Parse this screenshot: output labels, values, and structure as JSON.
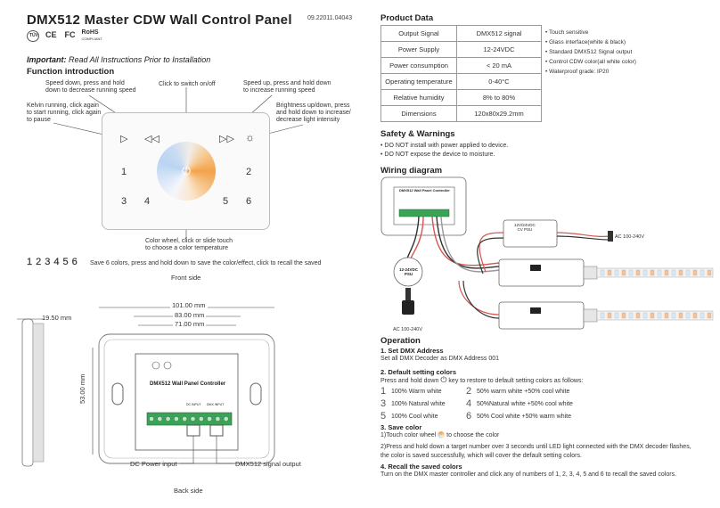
{
  "header": {
    "title": "DMX512 Master CDW Wall Control Panel",
    "code": "09.22011.04043",
    "certs": [
      "TÜV",
      "CE",
      "FC",
      "RoHS",
      "COMPLIANT"
    ]
  },
  "important": {
    "label": "Important:",
    "text": " Read All Instructions Prior to Installation"
  },
  "function_intro": {
    "heading": "Function introduction",
    "callouts": {
      "speed_down": "Speed down, press and hold\ndown to decrease running speed",
      "click_onoff": "Click to switch on/off",
      "speed_up": "Speed up, press and hold down\nto increase running speed",
      "kelvin": "Kelvin running, click again\nto start running, click again\nto pause",
      "brightness": "Brightness up/down, press\nand hold down to increase/\ndecrease light intensity",
      "color_wheel": "Color wheel, click or slide touch\nto choose a color temperature"
    },
    "panel_keys": [
      "1",
      "2",
      "3",
      "4",
      "5",
      "6"
    ],
    "save_row_numbers": [
      "1",
      "2",
      "3",
      "4",
      "5",
      "6"
    ],
    "save_text": "Save 6 colors, press and hold down to save the color/effect, click to recall the saved",
    "front_side": "Front side"
  },
  "back": {
    "dims": {
      "d1": "101.00 mm",
      "d2": "83.00 mm",
      "d3": "71.00 mm",
      "depth": "19.50 mm",
      "height": "53.00 mm"
    },
    "board_label": "DMX512 Wall Panel Controller",
    "dc_label": "DC INPUT",
    "dmx_label": "DMX INPUT",
    "dc_power_input": "DC Power input",
    "dmx_output": "DMX512 signal output",
    "back_side": "Back side"
  },
  "product_data": {
    "heading": "Product Data",
    "rows": [
      {
        "k": "Output Signal",
        "v": "DMX512 signal"
      },
      {
        "k": "Power Supply",
        "v": "12-24VDC"
      },
      {
        "k": "Power consumption",
        "v": "< 20 mA"
      },
      {
        "k": "Operating temperature",
        "v": "0-40°C"
      },
      {
        "k": "Relative humidity",
        "v": "8% to 80%"
      },
      {
        "k": "Dimensions",
        "v": "120x80x29.2mm"
      }
    ],
    "features": [
      "• Touch sensitive",
      "• Glass interface(white & black)",
      "• Standard DMX512 Signal output",
      "• Control CDW color(all white color)",
      "• Waterproof grade: IP20"
    ]
  },
  "safety": {
    "heading": "Safety & Warnings",
    "items": [
      "• DO NOT install with power applied to device.",
      "• DO NOT expose the device to moisture."
    ]
  },
  "wiring": {
    "heading": "Wiring diagram",
    "panel_label": "DMX512 Wall Panel Controller",
    "psu_label": "12-24VDC\nPSU",
    "psu_label2": "12V/24VDC\nCV PSU",
    "ac_label": "AC 100-240V",
    "ac_label2": "AC 100-240V"
  },
  "operation": {
    "heading": "Operation",
    "s1_h": "1. Set DMX Address",
    "s1_t": "Set all DMX Decoder as DMX Address 001",
    "s2_h": "2. Default setting colors",
    "s2_t1": "Press and hold down",
    "s2_t2": "key to restore to default setting colors as follows:",
    "colors": [
      {
        "n": "1",
        "t": "100% Warm white"
      },
      {
        "n": "2",
        "t": "50% warm white +50% cool white"
      },
      {
        "n": "3",
        "t": "100% Natural white"
      },
      {
        "n": "4",
        "t": "50%Natural white +50% cool white"
      },
      {
        "n": "5",
        "t": "100% Cool white"
      },
      {
        "n": "6",
        "t": "50% Cool white +50% warm white"
      }
    ],
    "s3_h": "3. Save color",
    "s3_t1a": "1)Touch color wheel",
    "s3_t1b": "to choose the color",
    "s3_t2": "2)Press and hold down a target number over 3 seconds until LED light connected with the DMX decoder flashes, the color is saved successfully, which will cover the default setting colors.",
    "s4_h": "4. Recall the saved colors",
    "s4_t": "Turn on the DMX master controller and click any of numbers of 1, 2, 3, 4, 5 and 6 to recall the saved colors."
  }
}
